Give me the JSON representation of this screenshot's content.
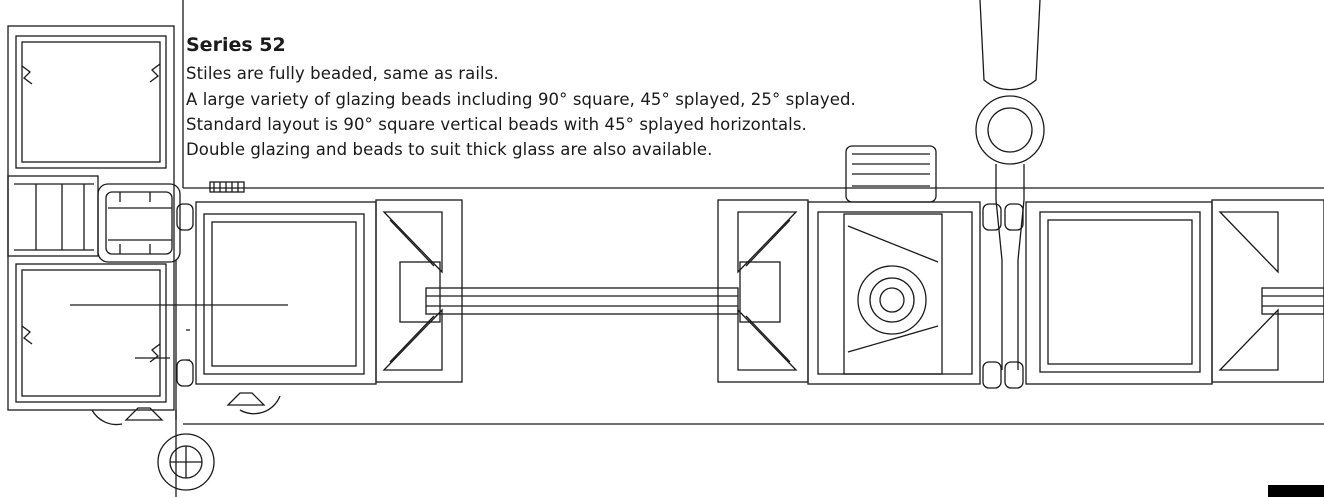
{
  "title": "Series 52",
  "description_lines": [
    "Stiles are fully beaded, same as rails.",
    "A large variety of glazing beads including 90° square, 45° splayed, 25° splayed.",
    "Standard layout is 90° square vertical beads with 45° splayed horizontals.",
    "Double glazing and beads to suit thick glass are also available."
  ],
  "page_tab": "",
  "colors": {
    "line": "#1a1a1a",
    "fill": "#ffffff",
    "tab": "#000000"
  }
}
